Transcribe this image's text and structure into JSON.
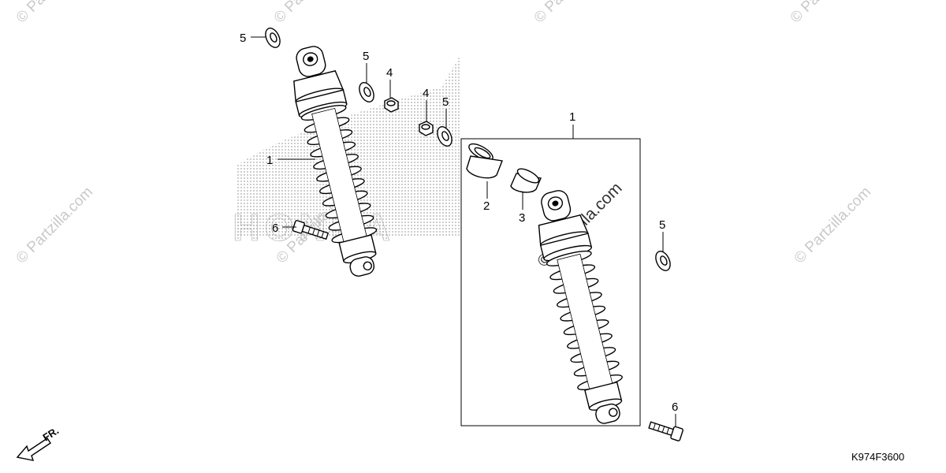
{
  "diagram": {
    "drawing_code": "K974F3600",
    "direction_label": "FR.",
    "callouts": [
      "1",
      "1",
      "2",
      "3",
      "4",
      "4",
      "5",
      "5",
      "5",
      "5",
      "6",
      "6"
    ],
    "watermark_text": "© Partzilla.com",
    "background_logo_text": "HONDA",
    "colors": {
      "line": "#000000",
      "watermark": "#c9c9c9",
      "logo_dots": "#9a9a9a"
    }
  }
}
